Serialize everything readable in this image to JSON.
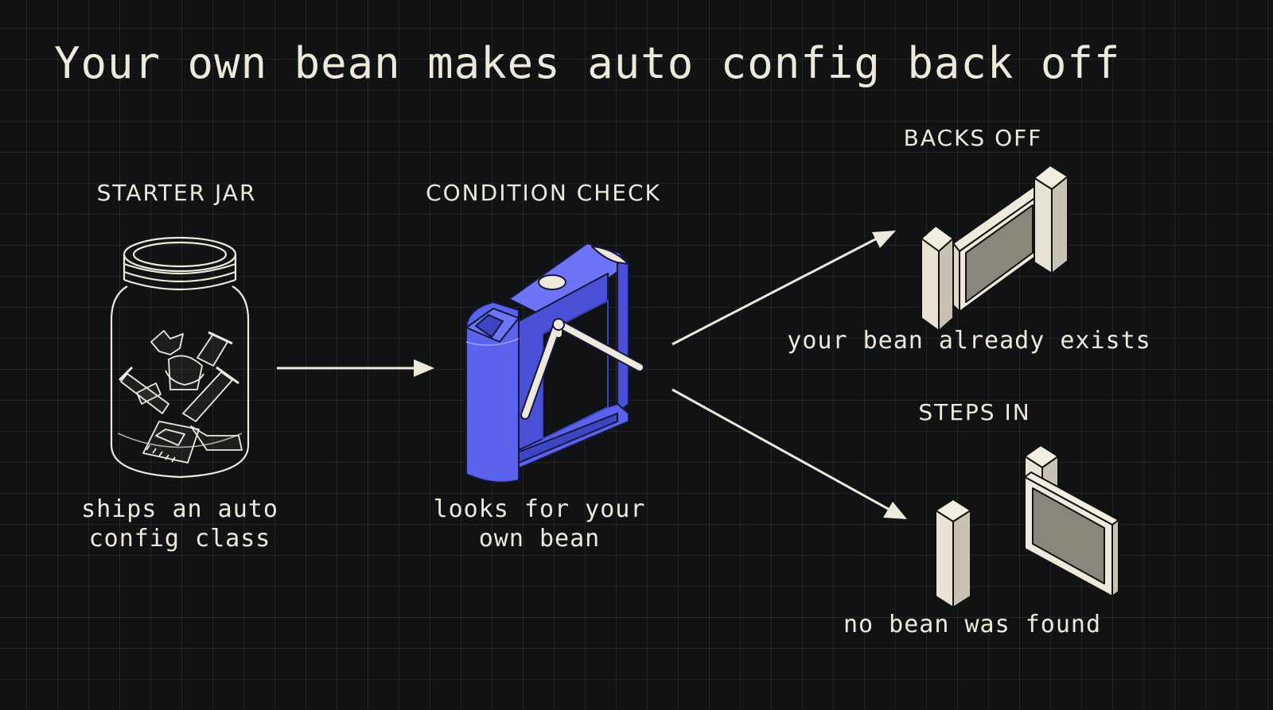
{
  "title": "Your own bean makes auto config back off",
  "nodes": {
    "starter": {
      "heading": "STARTER JAR",
      "caption_lines": [
        "ships an auto",
        "config class"
      ]
    },
    "condition": {
      "heading": "CONDITION CHECK",
      "caption_lines": [
        "looks for your",
        "own bean"
      ]
    },
    "backs_off": {
      "heading": "BACKS OFF",
      "caption": "your bean already exists"
    },
    "steps_in": {
      "heading": "STEPS IN",
      "caption": "no bean was found"
    }
  },
  "icons": [
    "jar-icon",
    "turnstile-icon",
    "closed-gate-icon",
    "open-gate-icon"
  ],
  "colors": {
    "background": "#111214",
    "text": "#efe9db",
    "turnstile": "#5b63ec",
    "gate_panel": "#8a867c"
  }
}
